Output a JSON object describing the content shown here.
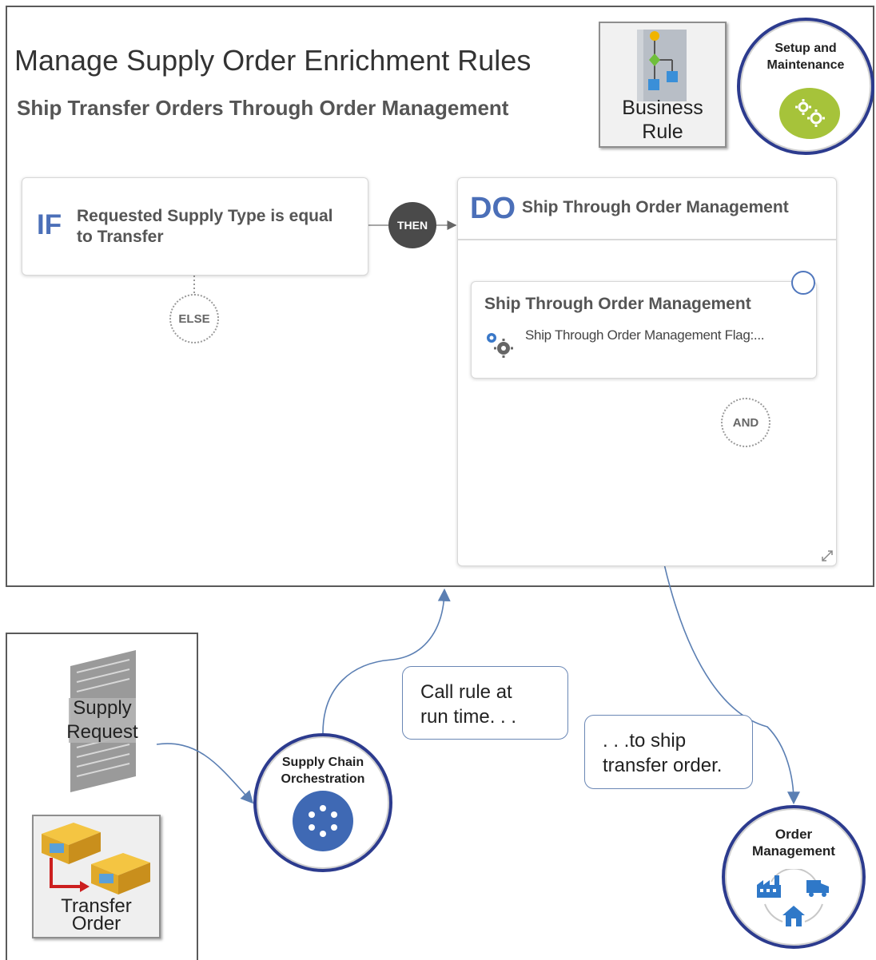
{
  "header": {
    "title": "Manage Supply Order Enrichment Rules",
    "subtitle": "Ship Transfer Orders Through Order Management"
  },
  "business_rule": {
    "label_line1": "Business",
    "label_line2": "Rule"
  },
  "setup": {
    "label_line1": "Setup and",
    "label_line2": "Maintenance",
    "icon": "gears-icon"
  },
  "rule": {
    "if_keyword": "IF",
    "condition_line1": "Requested Supply Type is equal",
    "condition_line2": "to Transfer",
    "then_label": "THEN",
    "else_label": "ELSE",
    "do_keyword": "DO",
    "do_title": "Ship Through Order Management",
    "action_title": "Ship Through Order Management",
    "action_detail": "Ship Through Order Management Flag:...",
    "and_label": "AND"
  },
  "flow": {
    "supply_request_line1": "Supply",
    "supply_request_line2": "Request",
    "transfer_order_line1": "Transfer",
    "transfer_order_line2": "Order",
    "scm_line1": "Supply Chain",
    "scm_line2": "Orchestration",
    "om_line1": "Order",
    "om_line2": "Management",
    "callout1_line1": "Call rule at",
    "callout1_line2": "run time. . .",
    "callout2_line1": ". . .to ship",
    "callout2_line2": "transfer order."
  },
  "colors": {
    "keyword_blue": "#4b6fb8",
    "ring_navy": "#2c3b8e",
    "setup_green": "#a6c33a",
    "scm_blue": "#3f69b4",
    "arrow_blue": "#5b7fb3",
    "transfer_red": "#cc1f1f"
  }
}
